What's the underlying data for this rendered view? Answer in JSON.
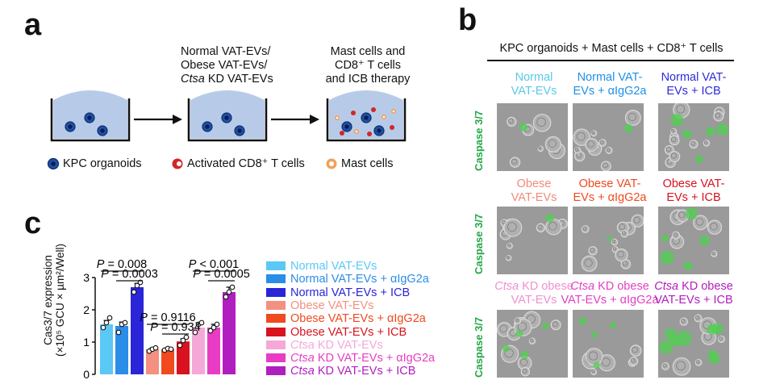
{
  "panels": {
    "a": "a",
    "b": "b",
    "c": "c"
  },
  "panel_a": {
    "step2_lines": [
      "Normal VAT-EVs/",
      "Obese VAT-EVs/",
      "Ctsa KD VAT-EVs"
    ],
    "step3_lines": [
      "Mast cells and",
      "CD8⁺ T cells",
      "and ICB therapy"
    ],
    "legend": {
      "kpc": "KPC organoids",
      "cd8": "Activated CD8⁺ T cells",
      "mast": "Mast cells"
    }
  },
  "panel_b": {
    "header": "KPC organoids + Mast cells + CD8⁺ T cells",
    "y_label": "Caspase 3/7",
    "rows": [
      {
        "labels": [
          {
            "l1": "Normal",
            "l2": "VAT-EVs",
            "color": "#5bc8e8"
          },
          {
            "l1": "Normal VAT-",
            "l2": "EVs + αIgG2a",
            "color": "#1f8fe6"
          },
          {
            "l1": "Normal VAT-",
            "l2": "EVs + ICB",
            "color": "#2d2bd8"
          }
        ]
      },
      {
        "labels": [
          {
            "l1": "Obese",
            "l2": "VAT-EVs",
            "color": "#f08a7c"
          },
          {
            "l1": "Obese VAT-",
            "l2": "EVs + αIgG2a",
            "color": "#f04a1e"
          },
          {
            "l1": "Obese VAT-",
            "l2": "EVs + ICB",
            "color": "#d8121e"
          }
        ]
      },
      {
        "labels": [
          {
            "l1i": "Ctsa",
            "l1": " KD obese",
            "l2": "VAT-EVs",
            "color": "#f090cf"
          },
          {
            "l1i": "Ctsa",
            "l1": " KD obese",
            "l2": "VAT-EVs + αIgG2a",
            "color": "#e23fc2"
          },
          {
            "l1i": "Ctsa",
            "l1": " KD obese",
            "l2": "VAT-EVs + ICB",
            "color": "#b21dbe"
          }
        ]
      }
    ]
  },
  "chart_data": {
    "type": "bar",
    "ylabel_line1": "Cas3/7 expression",
    "ylabel_line2": "(×10⁵ GCU × µm²/Well)",
    "ylim": [
      0,
      3
    ],
    "yticks": [
      "0",
      "1",
      "2",
      "3"
    ],
    "series": [
      {
        "name": "Normal VAT-EVs",
        "value": 1.55,
        "err": 0.12,
        "color": "#5bc8f5",
        "points": [
          1.45,
          1.6,
          1.75
        ]
      },
      {
        "name": "Normal VAT-EVs + αIgG2a",
        "value": 1.5,
        "err": 0.12,
        "color": "#2a8de8",
        "points": [
          1.3,
          1.55,
          1.6
        ]
      },
      {
        "name": "Normal VAT-EVs + ICB",
        "value": 2.7,
        "err": 0.12,
        "color": "#2a25d8",
        "points": [
          2.55,
          2.75,
          2.85
        ]
      },
      {
        "name": "Obese VAT-EVs",
        "value": 0.78,
        "err": 0.04,
        "color": "#f39080",
        "points": [
          0.72,
          0.78,
          0.82
        ]
      },
      {
        "name": "Obese VAT-EVs + αIgG2a",
        "value": 0.78,
        "err": 0.04,
        "color": "#f04a1e",
        "points": [
          0.75,
          0.8,
          0.78
        ]
      },
      {
        "name": "Obese VAT-EVs + ICB",
        "value": 1.02,
        "err": 0.08,
        "color": "#d8121e",
        "points": [
          0.9,
          1.05,
          1.15
        ]
      },
      {
        "name": "Ctsa KD VAT-EVs",
        "italic": "Ctsa",
        "rest": " KD VAT-EVs",
        "value": 1.45,
        "err": 0.15,
        "color": "#f5a8d8",
        "points": [
          1.3,
          1.55,
          1.6
        ]
      },
      {
        "name": "Ctsa KD VAT-EVs + αIgG2a",
        "italic": "Ctsa",
        "rest": " KD VAT-EVs + αIgG2a",
        "value": 1.45,
        "err": 0.1,
        "color": "#e83cc4",
        "points": [
          1.35,
          1.45,
          1.55
        ]
      },
      {
        "name": "Ctsa KD VAT-EVs + ICB",
        "italic": "Ctsa",
        "rest": " KD VAT-EVs + ICB",
        "value": 2.55,
        "err": 0.15,
        "color": "#b01ec0",
        "points": [
          2.4,
          2.55,
          2.7
        ]
      }
    ],
    "annotations": [
      {
        "text": "P = 0.008",
        "from": 0,
        "to": 2,
        "level": 3.2
      },
      {
        "text": "P = 0.0003",
        "from": 1,
        "to": 2,
        "level": 2.9
      },
      {
        "text": "P = 0.9116",
        "from": 3,
        "to": 5,
        "level": 1.55
      },
      {
        "text": "P = 0.934",
        "from": 4,
        "to": 5,
        "level": 1.25
      },
      {
        "text": "P < 0.001",
        "from": 6,
        "to": 8,
        "level": 3.2
      },
      {
        "text": "P = 0.0005",
        "from": 7,
        "to": 8,
        "level": 2.9
      }
    ]
  }
}
